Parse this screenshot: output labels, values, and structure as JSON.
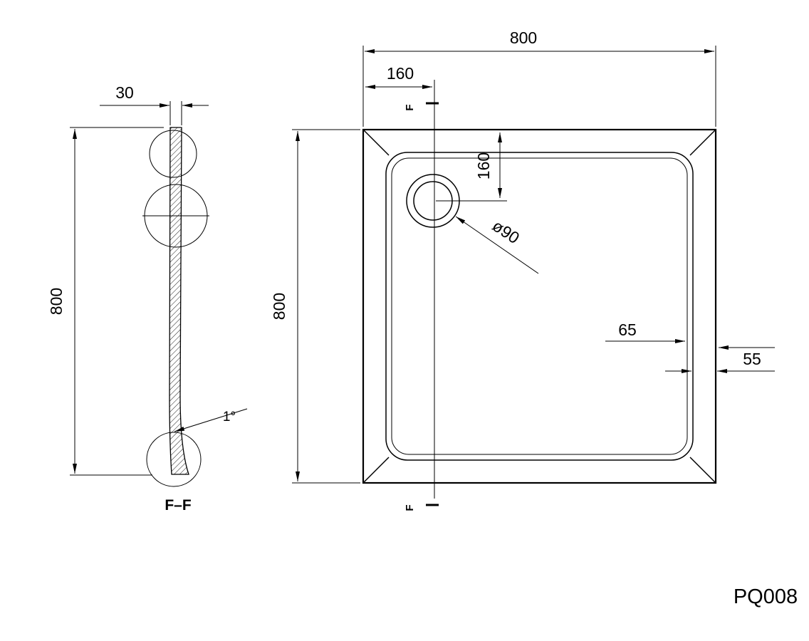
{
  "drawing": {
    "part_number": "PQ008",
    "section": {
      "label": "F–F",
      "dim_width": "30",
      "dim_height": "800",
      "dim_angle": "1°"
    },
    "plan": {
      "dim_width": "800",
      "dim_height": "800",
      "dim_drain_x": "160",
      "dim_drain_y": "160",
      "dim_drain_dia": "ø90",
      "dim_inner": "65",
      "dim_rim": "55",
      "marker_top": "F",
      "marker_bottom": "F"
    }
  }
}
